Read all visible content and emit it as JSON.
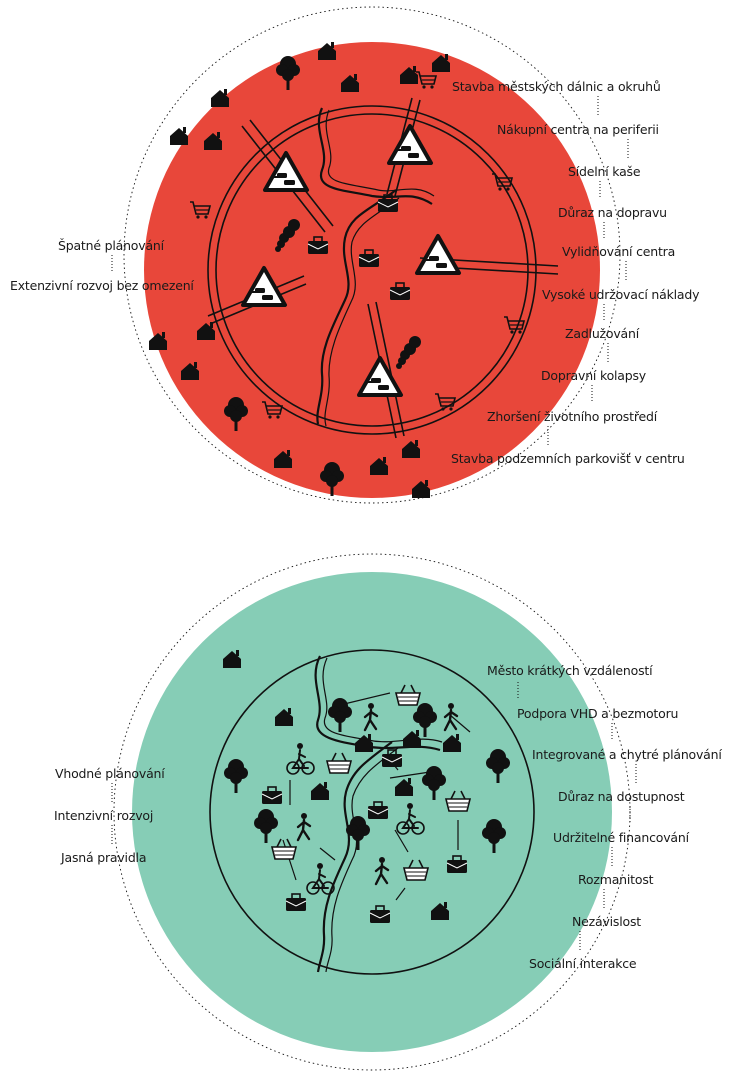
{
  "top_diagram": {
    "right_labels": [
      "Stavba městských dálnic a okruhů",
      "Nákupní centra na periferii",
      "Sídelní kaše",
      "Důraz na dopravu",
      "Vylidňování centra",
      "Vysoké udržovací náklady",
      "Zadlužování",
      "Dopravní kolapsy",
      "Zhoršení životního prostředí",
      "Stavba podzemních parkovišť v centru"
    ],
    "left_labels": [
      "Špatné plánování",
      "Extenzivní rozvoj bez omezení"
    ],
    "colors": {
      "fill": "#e8473a",
      "ink": "#111111"
    }
  },
  "bottom_diagram": {
    "right_labels": [
      "Město krátkých vzdáleností",
      "Podpora VHD a bezmotoru",
      "Integrované a chytré plánování",
      "Důraz na dostupnost",
      "Udržitelné financování",
      "Rozmanitost",
      "Nezávislost",
      "Sociální interakce"
    ],
    "left_labels": [
      "Vhodné plánování",
      "Intenzivní rozvoj",
      "Jasná pravidla"
    ],
    "colors": {
      "fill": "#86cdb6",
      "ink": "#111111"
    }
  },
  "icons": [
    "house-icon",
    "tree-icon",
    "shopping-cart-icon",
    "briefcase-icon",
    "traffic-warning-icon",
    "smoke-icon",
    "pedestrian-icon",
    "cyclist-icon",
    "shopping-basket-icon",
    "river-icon"
  ]
}
